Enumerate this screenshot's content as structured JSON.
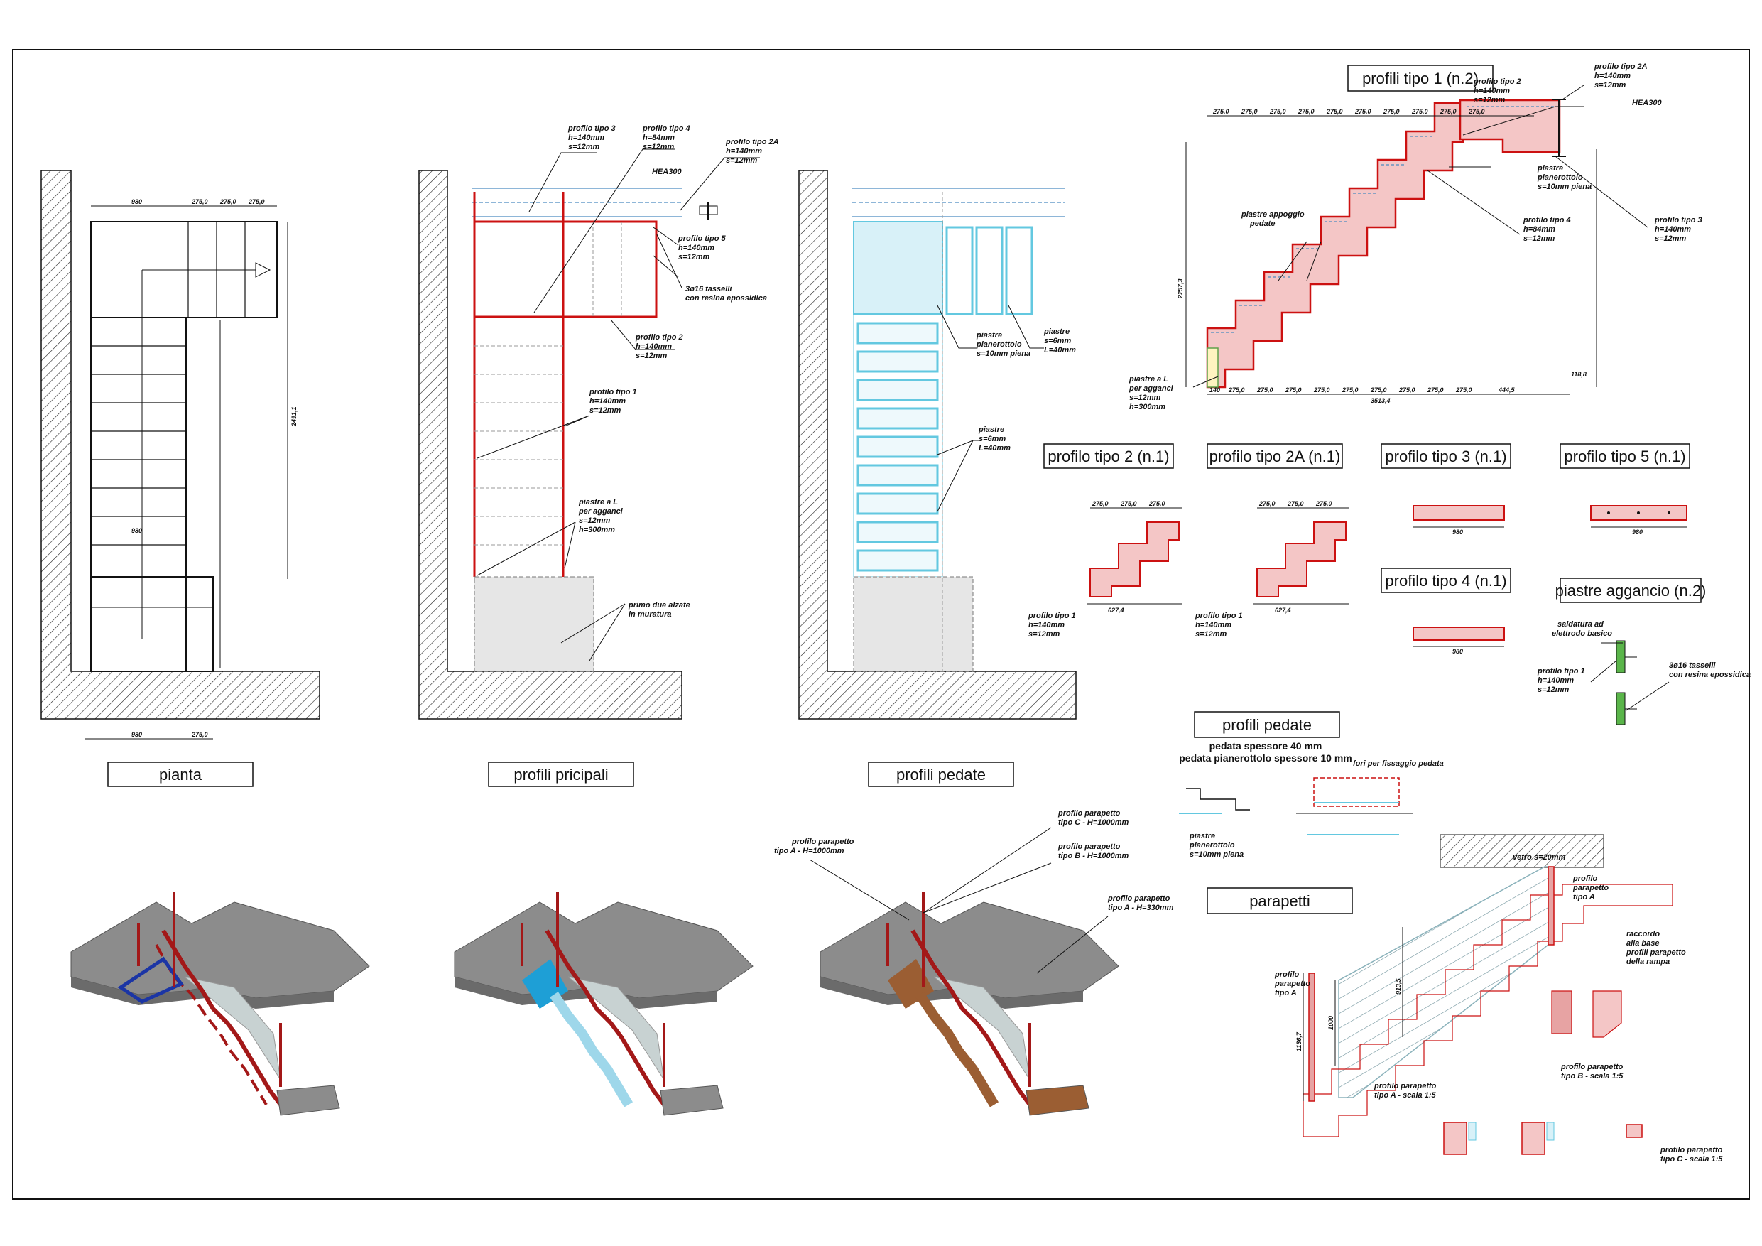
{
  "titles": {
    "profili_tipo_1": "profili tipo 1 (n.2)",
    "profilo_tipo_2": "profilo tipo 2 (n.1)",
    "profilo_tipo_2a": "profilo tipo 2A (n.1)",
    "profilo_tipo_3": "profilo tipo 3 (n.1)",
    "profilo_tipo_5": "profilo tipo 5 (n.1)",
    "profilo_tipo_4": "profilo tipo 4 (n.1)",
    "piastre_aggancio": "piastre aggancio (n.2)",
    "profili_pedate_r": "profili pedate",
    "parapetti": "parapetti",
    "pianta": "pianta",
    "profili_principali": "profili pricipali",
    "profili_pedate": "profili pedate"
  },
  "labels": {
    "hea300": "HEA300",
    "profilo_tipo_3": [
      "profilo tipo 3",
      "h=140mm",
      "s=12mm"
    ],
    "profilo_tipo_4": [
      "profilo tipo 4",
      "h=84mm",
      "s=12mm"
    ],
    "profilo_tipo_2a": [
      "profilo tipo 2A",
      "h=140mm",
      "s=12mm"
    ],
    "profilo_tipo_5": [
      "profilo tipo 5",
      "h=140mm",
      "s=12mm"
    ],
    "tasselli": [
      "3ø16 tasselli",
      "con resina epossidica"
    ],
    "profilo_tipo_2": [
      "profilo tipo 2",
      "h=140mm",
      "s=12mm"
    ],
    "profilo_tipo_1": [
      "profilo tipo 1",
      "h=140mm",
      "s=12mm"
    ],
    "piastre_l": [
      "piastre a L",
      "per agganci",
      "s=12mm",
      "h=300mm"
    ],
    "primi_due": [
      "primo due alzate",
      "in muratura"
    ],
    "piastre_pianerottolo": [
      "piastre",
      "pianerottolo",
      "s=10mm piena"
    ],
    "piastre_6mm": [
      "piastre",
      "s=6mm",
      "L=40mm"
    ],
    "piastre_appoggio": [
      "piastre appoggio",
      "pedate"
    ],
    "pedata_spessore": "pedata spessore 40 mm",
    "pedata_pianerottolo": "pedata pianerottolo spessore 10 mm",
    "fori": "fori per fissaggio pedata",
    "saldatura": [
      "saldatura ad",
      "elettrodo basico"
    ],
    "vetro": "vetro s=20mm",
    "profilo_parapetto_a": [
      "profilo parapetto",
      "tipo A - H=1000mm"
    ],
    "profilo_parapetto_c": [
      "profilo parapetto",
      "tipo C - H=1000mm"
    ],
    "profilo_parapetto_b": [
      "profilo parapetto",
      "tipo B - H=1000mm"
    ],
    "profilo_parapetto_a330": [
      "profilo parapetto",
      "tipo A - H=330mm"
    ],
    "parapetto_tipo_a": [
      "profilo",
      "parapetto",
      "tipo A"
    ],
    "raccordo": [
      "raccordo",
      "alla base",
      "profili parapetto",
      "della rampa"
    ],
    "scala_a": [
      "profilo parapetto",
      "tipo A - scala 1:5"
    ],
    "scala_b": [
      "profilo parapetto",
      "tipo B - scala 1:5"
    ],
    "scala_c": [
      "profilo parapetto",
      "tipo C - scala 1:5"
    ]
  },
  "dims": {
    "d275": "275,0",
    "d980": "980",
    "d2491": "2491,1",
    "d2257": "2257,3",
    "d3513": "3513,4",
    "d6274": "627,4",
    "d140": "140",
    "d444": "444,5",
    "d1000": "1000",
    "d1136": "1136,7",
    "d9135": "913,5",
    "d118": "118,8"
  },
  "colors": {
    "red": "#cc1111",
    "pink": "#f4c6c6",
    "cyan": "#63c8e0",
    "lightcyan": "#d8f1f8",
    "grey": "#8c8c8c",
    "wood": "#9b5e33",
    "blue": "#1b35a5"
  }
}
